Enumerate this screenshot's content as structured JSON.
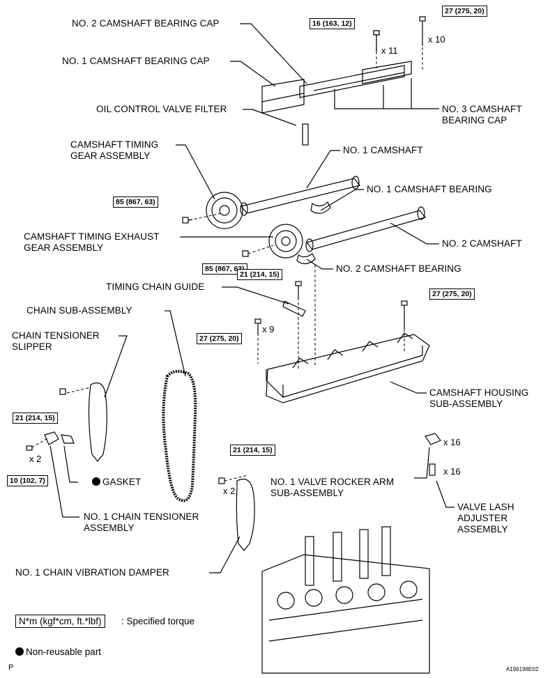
{
  "labels": {
    "no2_cap": "NO. 2 CAMSHAFT BEARING CAP",
    "no1_cap": "NO. 1 CAMSHAFT BEARING CAP",
    "ocv_filter": "OIL CONTROL VALVE FILTER",
    "no3_cap_1": "NO. 3 CAMSHAFT",
    "no3_cap_2": "BEARING CAP",
    "timing_gear_1": "CAMSHAFT TIMING",
    "timing_gear_2": "GEAR ASSEMBLY",
    "no1_camshaft": "NO. 1 CAMSHAFT",
    "no1_bearing": "NO. 1 CAMSHAFT BEARING",
    "exhaust_gear_1": "CAMSHAFT TIMING EXHAUST",
    "exhaust_gear_2": "GEAR ASSEMBLY",
    "no2_camshaft": "NO. 2 CAMSHAFT",
    "no2_bearing": "NO. 2 CAMSHAFT BEARING",
    "chain_guide": "TIMING CHAIN GUIDE",
    "chain_sub": "CHAIN SUB-ASSEMBLY",
    "tensioner_slipper_1": "CHAIN TENSIONER",
    "tensioner_slipper_2": "SLIPPER",
    "housing_1": "CAMSHAFT HOUSING",
    "housing_2": "SUB-ASSEMBLY",
    "gasket": "GASKET",
    "tensioner_assy_1": "NO. 1 CHAIN TENSIONER",
    "tensioner_assy_2": "ASSEMBLY",
    "rocker_1": "NO. 1 VALVE ROCKER ARM",
    "rocker_2": "SUB-ASSEMBLY",
    "lash_1": "VALVE LASH",
    "lash_2": "ADJUSTER",
    "lash_3": "ASSEMBLY",
    "vibration_damper": "NO. 1 CHAIN VIBRATION DAMPER"
  },
  "torques": {
    "t16": "16 (163, 12)",
    "t27a": "27 (275, 20)",
    "t85a": "85 (867, 63)",
    "t85b": "85 (867, 63)",
    "t21a": "21 (214, 15)",
    "t27b": "27 (275, 20)",
    "t27c": "27 (275, 20)",
    "t21b": "21 (214, 15)",
    "t10": "10 (102, 7)",
    "t21c": "21 (214, 15)"
  },
  "multipliers": {
    "m11": "x 11",
    "m10": "x 10",
    "m9": "x 9",
    "m2a": "x 2",
    "m2b": "x 2",
    "m16a": "x 16",
    "m16b": "x 16"
  },
  "legend": {
    "torque_box": "N*m (kgf*cm, ft.*lbf)",
    "torque_text": ": Specified torque",
    "nonreusable": "Non-reusable part"
  },
  "footer": {
    "left": "P",
    "right": "A196198E02"
  }
}
